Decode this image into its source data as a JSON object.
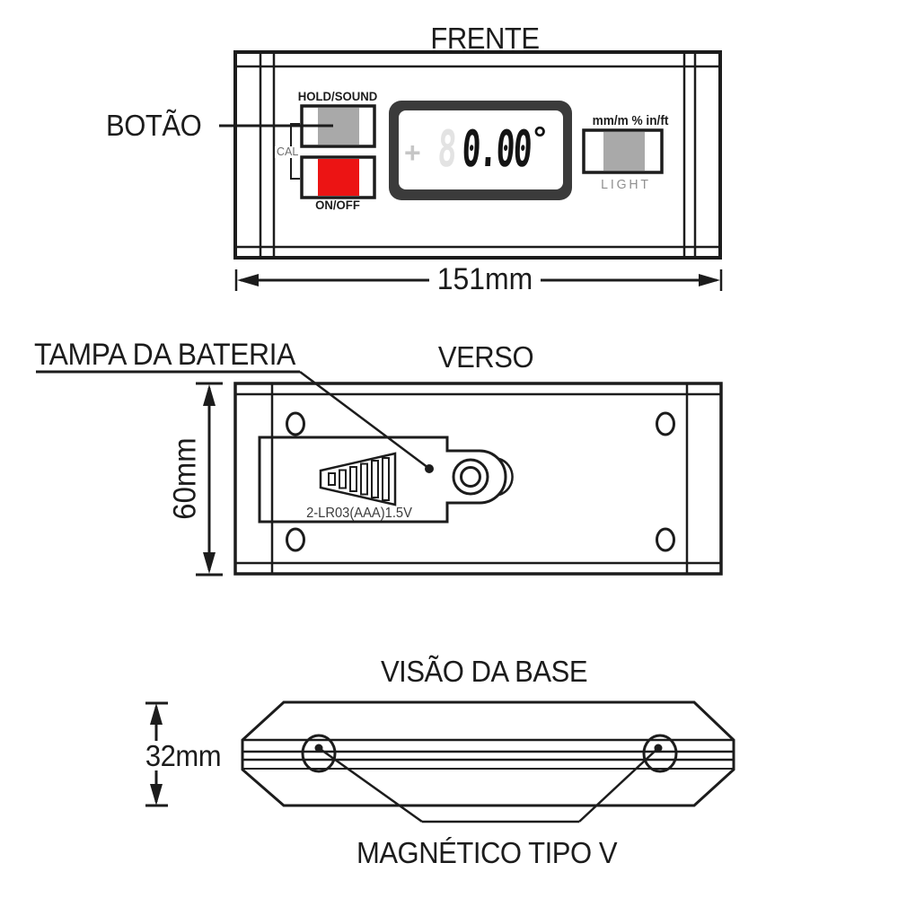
{
  "diagram": {
    "front": {
      "title": "FRENTE",
      "button_pointer_label": "BOTÃO",
      "hold_sound_label": "HOLD/SOUND",
      "cal_label": "CAL",
      "on_off_label": "ON/OFF",
      "display": {
        "ghost_plus": "+",
        "ghost_digit": "8",
        "value": "0.00",
        "degree": "°"
      },
      "units_label": "mm/m % in/ft",
      "light_label": "LIGHT",
      "width_dimension": "151mm"
    },
    "back": {
      "title": "VERSO",
      "battery_cover_label": "TAMPA DA BATERIA",
      "battery_spec": "2-LR03(AAA)1.5V",
      "height_dimension": "60mm"
    },
    "base": {
      "title": "VISÃO DA BASE",
      "thickness_dimension": "32mm",
      "magnet_label": "MAGNÉTICO TIPO V"
    },
    "colors": {
      "line": "#1c1c1c",
      "button_gray": "#a9a9a9",
      "button_red": "#ec1414",
      "display_frame": "#3b3b3b",
      "muted_text": "#8f8f8f"
    }
  }
}
